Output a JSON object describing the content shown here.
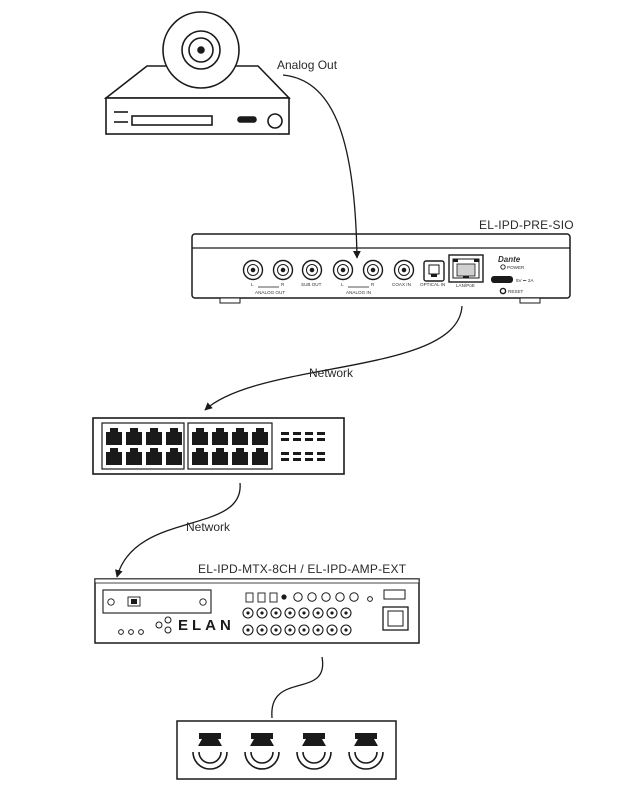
{
  "connections": {
    "analog_out": "Analog Out",
    "network_1": "Network",
    "network_2": "Network"
  },
  "pre_sio": {
    "model": "EL-IPD-PRE-SIO",
    "labels": {
      "l": "L",
      "r": "R",
      "analog_out": "ANALOG OUT",
      "sub_out": "SUB OUT",
      "analog_in_l": "L",
      "analog_in_r": "R",
      "analog_in": "ANALOG IN",
      "coax_in": "COAX IN",
      "optical_in": "OPTICAL IN",
      "lan_poe": "LAN/PoE",
      "dante": "Dante",
      "power": "POWER",
      "usb_rating": "5V ⎓ 2A",
      "reset": "RESET"
    }
  },
  "matrix": {
    "model": "EL-IPD-MTX-8CH / EL-IPD-AMP-EXT",
    "brand": "ELAN"
  },
  "icons": {
    "disc_player": "cd-player-icon",
    "network_switch": "network-switch-icon",
    "speakers": "speaker-icon"
  },
  "colors": {
    "line": "#1a1a1a",
    "background": "#ffffff"
  }
}
